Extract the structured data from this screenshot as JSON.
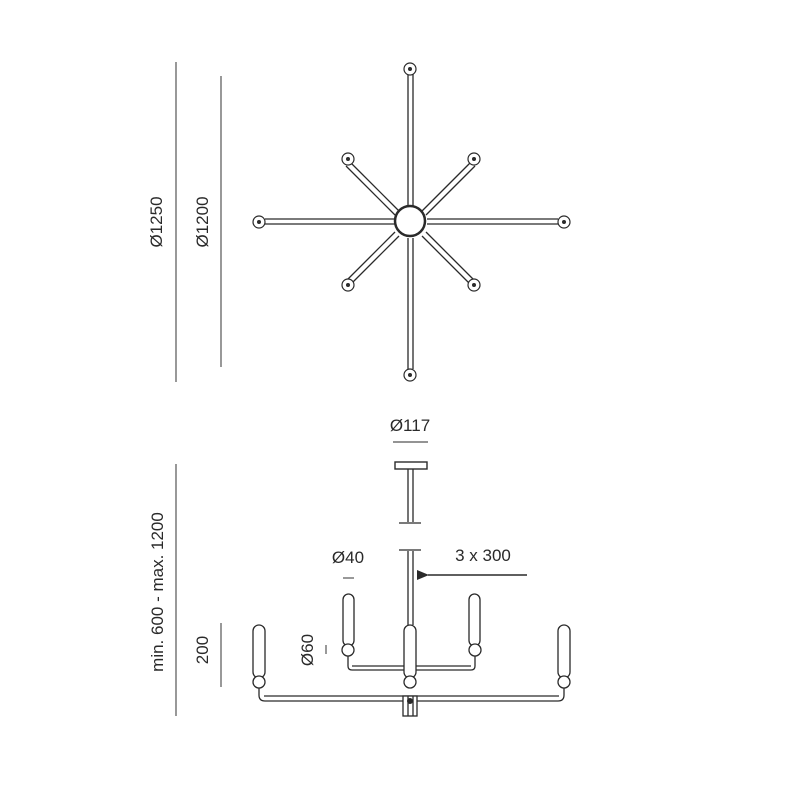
{
  "top_view": {
    "outer_diameter_label": "Ø1250",
    "inner_diameter_label": "Ø1200"
  },
  "side_view": {
    "canopy_diameter_label": "Ø117",
    "arm_diameter_label": "Ø40",
    "cable_length_label": "3 x 300",
    "height_range_label": "min. 600 - max. 1200",
    "glass_height_label": "200",
    "globe_diameter_label": "Ø60"
  },
  "colors": {
    "line": "#2a2a2a",
    "background": "#ffffff"
  }
}
